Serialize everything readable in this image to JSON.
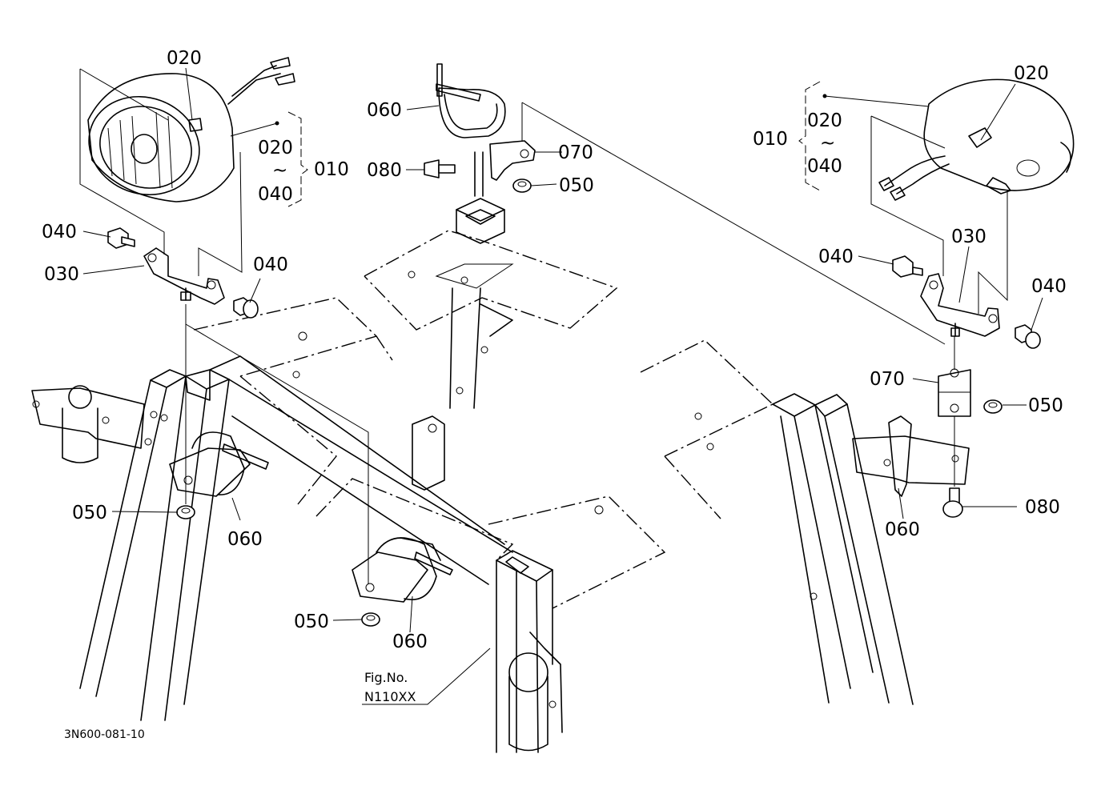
{
  "figure_code": "3N600-081-10",
  "fig_ref": {
    "line1": "Fig.No.",
    "line2": "N110XX"
  },
  "tilde": "~",
  "labels": {
    "l020_a": "020",
    "l020_b": "020",
    "l040_b": "040",
    "l010_a": "010",
    "l040_a": "040",
    "l030_a": "030",
    "l040_c": "040",
    "l050_a": "050",
    "l060_a": "060",
    "l060_top": "060",
    "l070_top": "070",
    "l080_top": "080",
    "l050_top": "050",
    "l050_mid": "050",
    "l060_mid": "060",
    "l020_r": "020",
    "l010_r": "010",
    "l020_rb": "020",
    "l040_rb": "040",
    "l040_r1": "040",
    "l030_r": "030",
    "l040_r2": "040",
    "l070_r": "070",
    "l050_r": "050",
    "l060_r": "060",
    "l080_r": "080"
  }
}
